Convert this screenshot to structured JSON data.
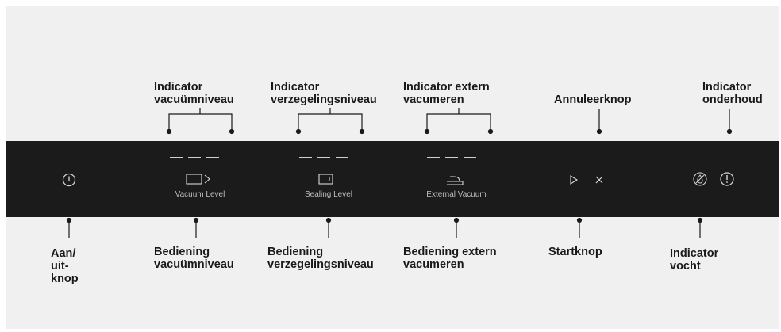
{
  "callouts_top": {
    "vacuum_level_indicator": "Indicator\nvacuümniveau",
    "sealing_level_indicator": "Indicator\nverzegelingsniveau",
    "external_vacuum_indicator": "Indicator extern\nvacumeren",
    "cancel_button": "Annuleerknop",
    "maintenance_indicator": "Indicator\nonderhoud"
  },
  "callouts_bottom": {
    "power_button": "Aan/\nuit-\nknop",
    "vacuum_level_control": "Bediening\nvacuümniveau",
    "sealing_level_control": "Bediening\nverzegelingsniveau",
    "external_vacuum_control": "Bediening extern\nvacumeren",
    "start_button": "Startknop",
    "moisture_indicator": "Indicator\nvocht"
  },
  "panel": {
    "vacuum_caption": "Vacuum Level",
    "sealing_caption": "Sealing Level",
    "external_caption": "External Vacuum"
  },
  "colors": {
    "background": "#f0f0f0",
    "panel": "#1b1b1b",
    "panel_marks": "#cfcfcf",
    "text": "#1a1a1a"
  }
}
